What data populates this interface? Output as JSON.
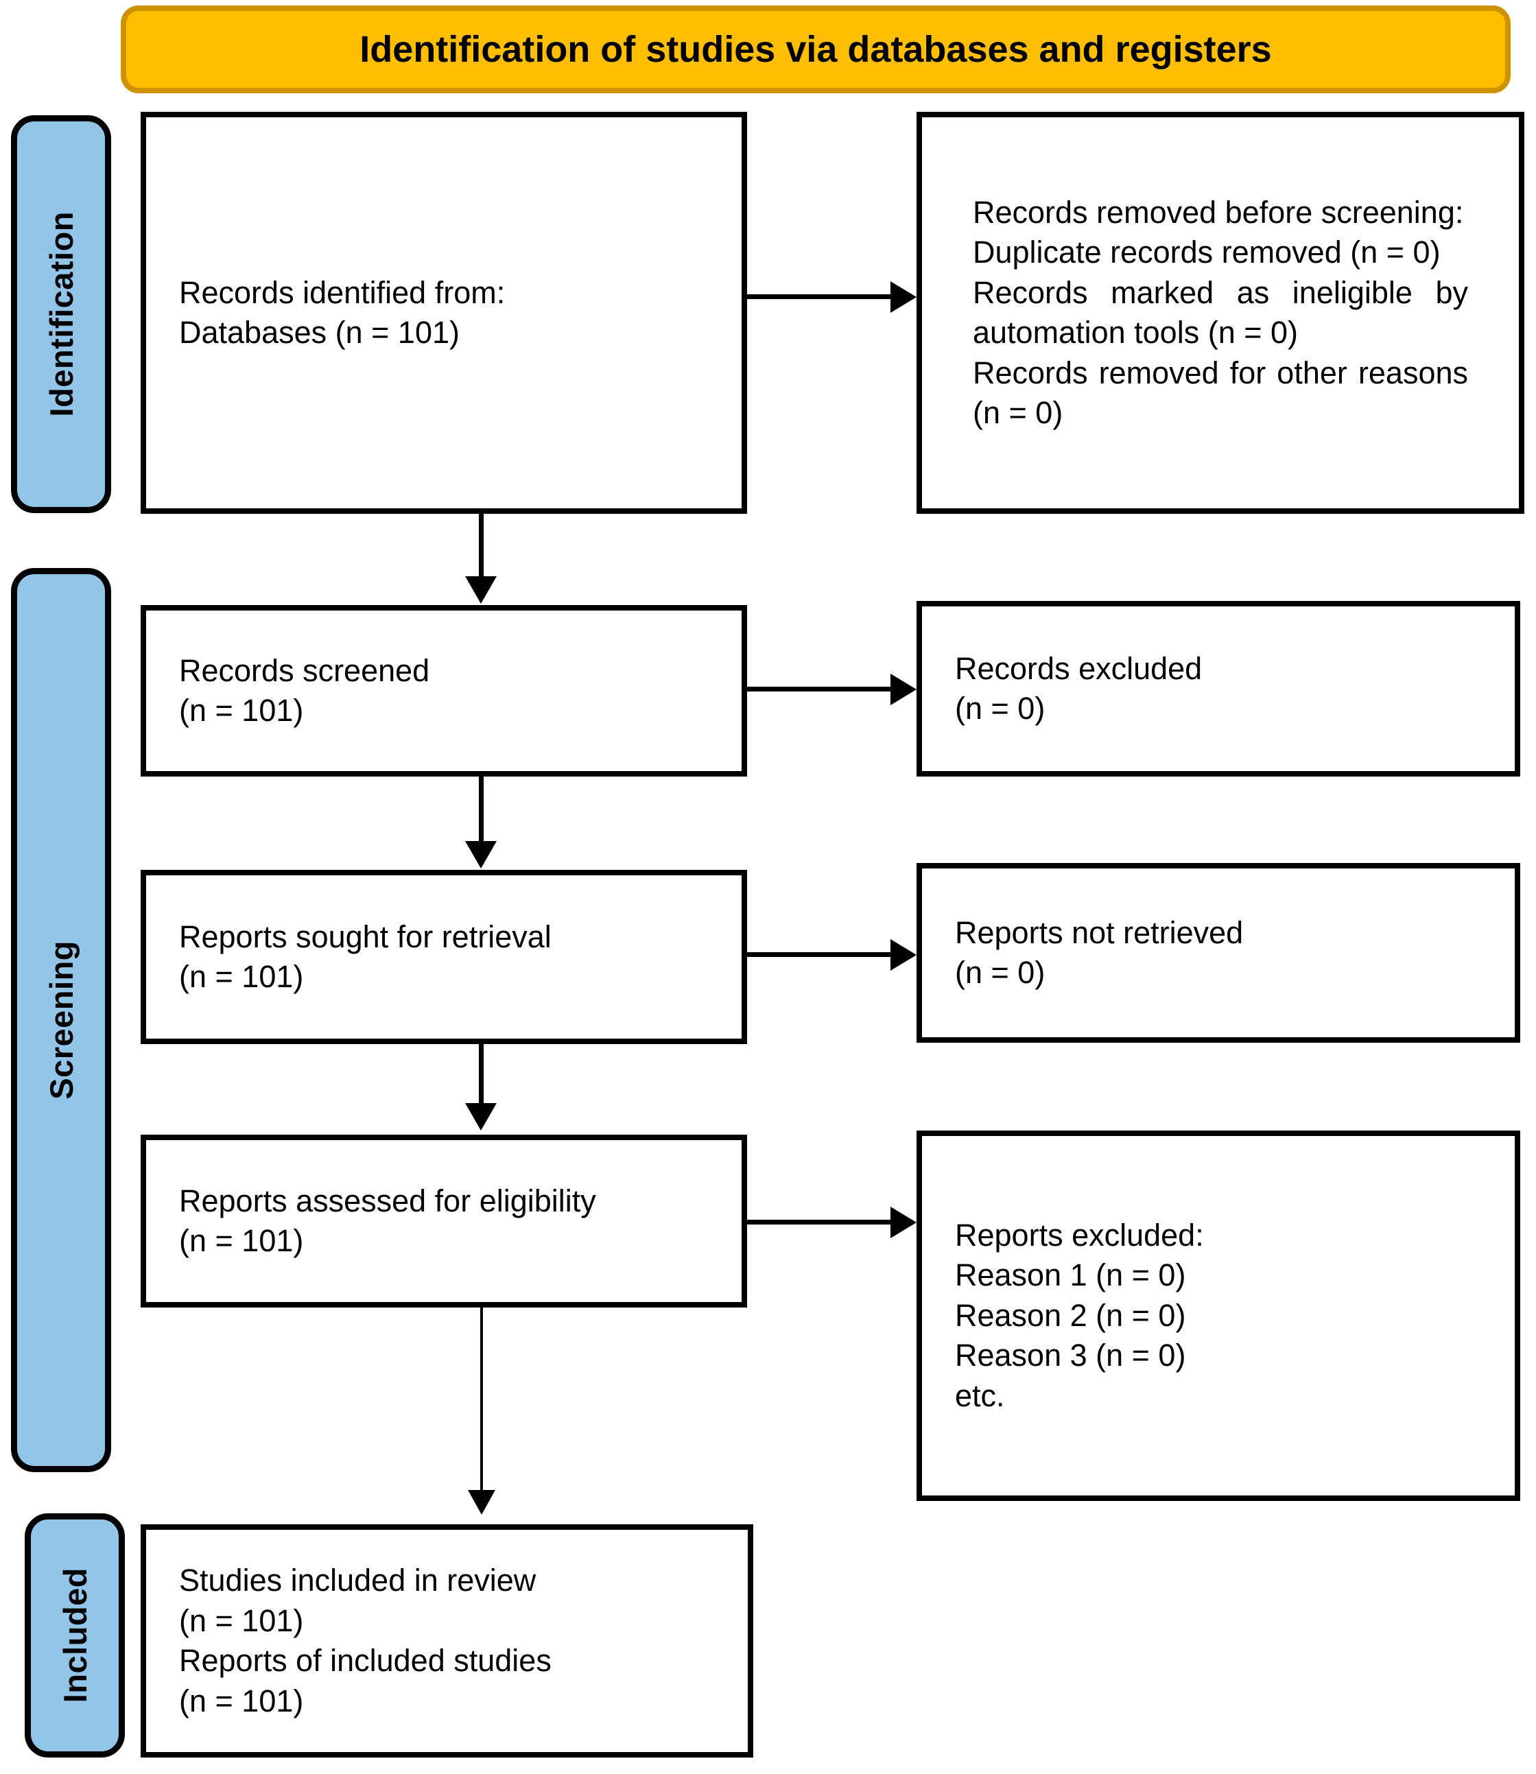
{
  "header": {
    "title": "Identification of studies via databases and registers",
    "fill_color": "#FFBF00",
    "border_color": "#CC9200"
  },
  "stages": [
    {
      "id": "identification",
      "label": "Identification",
      "fill_color": "#92C5E8"
    },
    {
      "id": "screening",
      "label": "Screening",
      "fill_color": "#92C5E8"
    },
    {
      "id": "included",
      "label": "Included",
      "fill_color": "#92C5E8"
    }
  ],
  "boxes": {
    "identified": {
      "text": "Records identified from:\nDatabases (n = 101)"
    },
    "removed": {
      "text": "Records removed before screening:\nDuplicate records removed (n = 0)\nRecords marked as ineligible by automation tools (n = 0)\nRecords removed for other reasons (n = 0)"
    },
    "screened": {
      "text": "Records screened\n(n = 101)"
    },
    "excluded": {
      "text": "Records excluded\n(n = 0)"
    },
    "sought": {
      "text": "Reports sought for retrieval\n(n = 101)"
    },
    "not_retrieved": {
      "text": "Reports not retrieved\n(n = 0)"
    },
    "assessed": {
      "text": "Reports assessed for eligibility\n(n = 101)"
    },
    "reports_excluded": {
      "text": "Reports excluded:\nReason 1 (n = 0)\nReason 2 (n = 0)\nReason 3 (n = 0)\netc."
    },
    "included": {
      "text": "Studies included in review\n(n = 101)\nReports of included studies\n(n = 101)"
    }
  },
  "counts": {
    "records_identified_databases": 101,
    "duplicate_records_removed": 0,
    "records_marked_ineligible_automation": 0,
    "records_removed_other_reasons": 0,
    "records_screened": 101,
    "records_excluded": 0,
    "reports_sought_for_retrieval": 101,
    "reports_not_retrieved": 0,
    "reports_assessed_for_eligibility": 101,
    "reports_excluded_reason_1": 0,
    "reports_excluded_reason_2": 0,
    "reports_excluded_reason_3": 0,
    "studies_included_in_review": 101,
    "reports_of_included_studies": 101
  }
}
